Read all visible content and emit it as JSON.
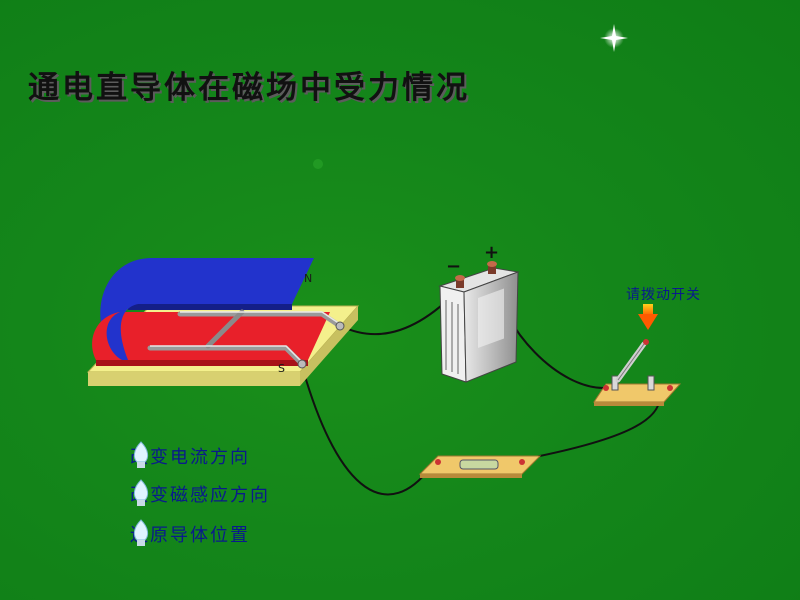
{
  "title": "通电直导体在磁场中受力情况",
  "menu": [
    {
      "label": "改变电流方向",
      "icon": "bulb-icon"
    },
    {
      "label": "改变磁感应方向",
      "icon": "bulb-icon"
    },
    {
      "label": "还原导体位置",
      "icon": "bulb-icon"
    }
  ],
  "switch_hint": "请拨动开关",
  "magnet": {
    "north_label": "N",
    "south_label": "S"
  },
  "battery": {
    "negative_label": "−",
    "positive_label": "+"
  },
  "colors": {
    "background": "#14861a",
    "magnet_north": "#2233cc",
    "magnet_south": "#e8202a",
    "board": "#f2ee8a",
    "label_text": "#0a1a8c"
  }
}
